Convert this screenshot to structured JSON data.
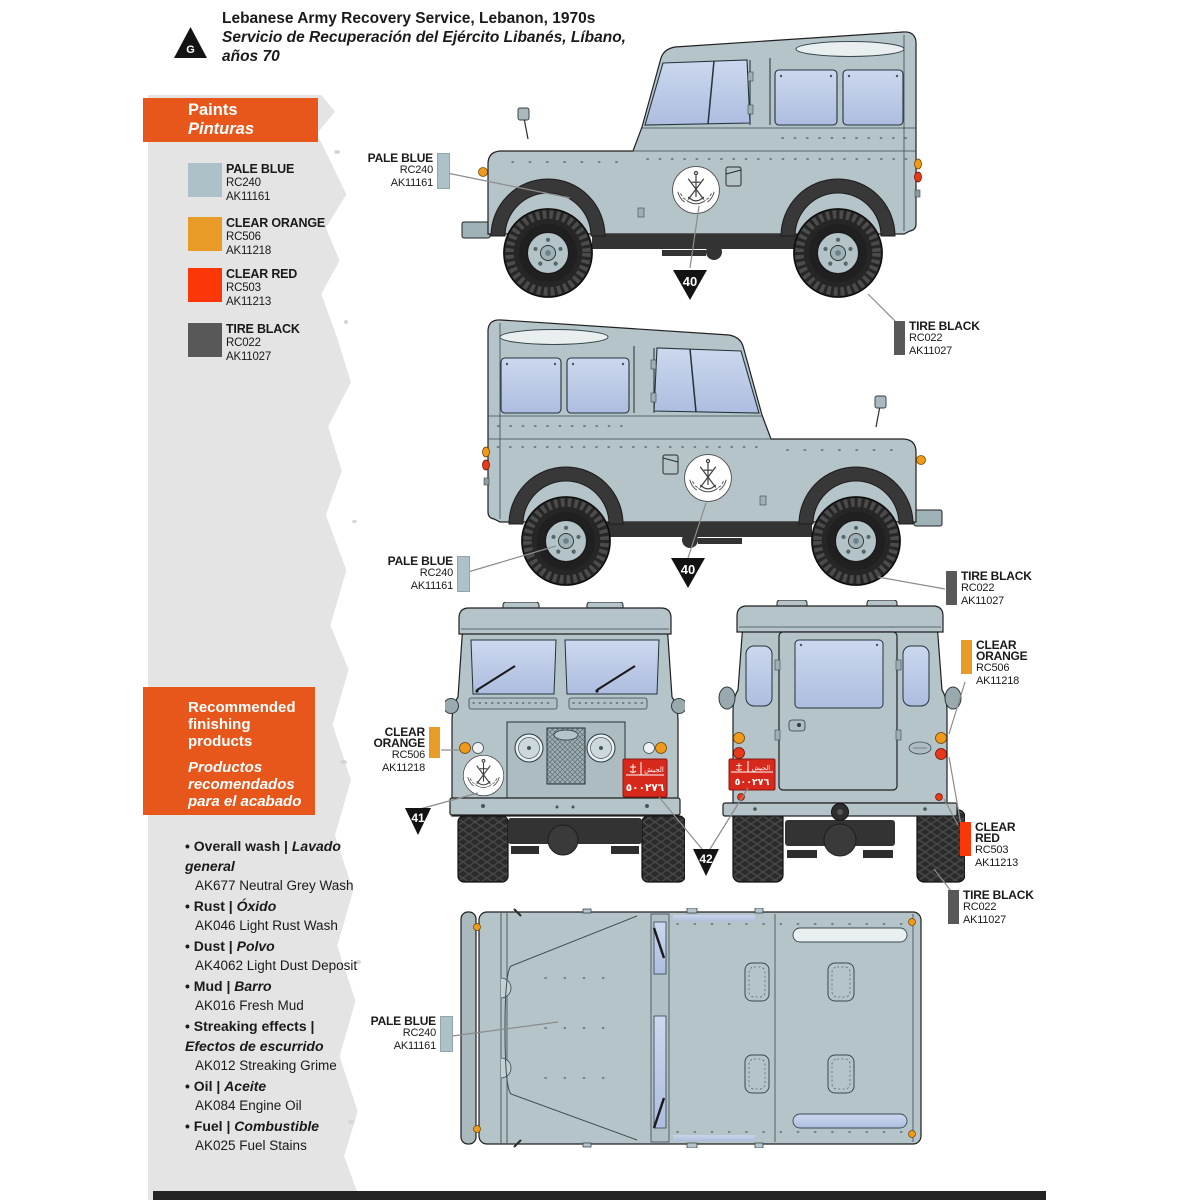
{
  "header": {
    "marker": "G",
    "title_line1": "Lebanese Army Recovery Service, Lebanon, 1970s",
    "title_line2": "Servicio de Recuperación del Ejército Libanés, Líbano,",
    "title_line3": "años 70"
  },
  "paints": {
    "title": "Paints",
    "title_es": "Pinturas",
    "items": [
      {
        "name": "PALE BLUE",
        "rc": "RC240",
        "ak": "AK11161",
        "color": "#adc2c8"
      },
      {
        "name": "CLEAR ORANGE",
        "rc": "RC506",
        "ak": "AK11218",
        "color": "#e89b27"
      },
      {
        "name": "CLEAR RED",
        "rc": "RC503",
        "ak": "AK11213",
        "color": "#fb3708"
      },
      {
        "name": "TIRE BLACK",
        "rc": "RC022",
        "ak": "AK11027",
        "color": "#585858"
      }
    ]
  },
  "finishing": {
    "title": "Recommended finishing products",
    "title_es": "Productos recomendados para el acabado",
    "items": [
      {
        "en": "• Overall wash |",
        "es": "Lavado general",
        "product": "AK677 Neutral Grey Wash"
      },
      {
        "en": "• Rust |",
        "es": "Óxido",
        "product": "AK046 Light Rust Wash"
      },
      {
        "en": "• Dust |",
        "es": "Polvo",
        "product": "AK4062 Light Dust Deposit"
      },
      {
        "en": "• Mud |",
        "es": "Barro",
        "product": "AK016 Fresh Mud"
      },
      {
        "en": "• Streaking effects |",
        "es": "Efectos de escurrido",
        "product": "AK012 Streaking Grime"
      },
      {
        "en": "• Oil |",
        "es": "Aceite",
        "product": "AK084 Engine Oil"
      },
      {
        "en": "• Fuel |",
        "es": "Combustible",
        "product": "AK025 Fuel Stains"
      }
    ]
  },
  "paint_refs": {
    "pale_blue": {
      "name": "PALE BLUE",
      "rc": "RC240",
      "ak": "AK11161"
    },
    "clear_orange": {
      "name": "CLEAR ORANGE",
      "rc": "RC506",
      "ak": "AK11218"
    },
    "clear_red": {
      "name": "CLEAR RED",
      "rc": "RC503",
      "ak": "AK11213"
    },
    "tire_black": {
      "name": "TIRE BLACK",
      "rc": "RC022",
      "ak": "AK11027"
    }
  },
  "markers": {
    "m40": "40",
    "m41": "41",
    "m42": "42"
  },
  "plate": {
    "word": "الجيش",
    "number": "٥٠٠٢٧٦"
  }
}
